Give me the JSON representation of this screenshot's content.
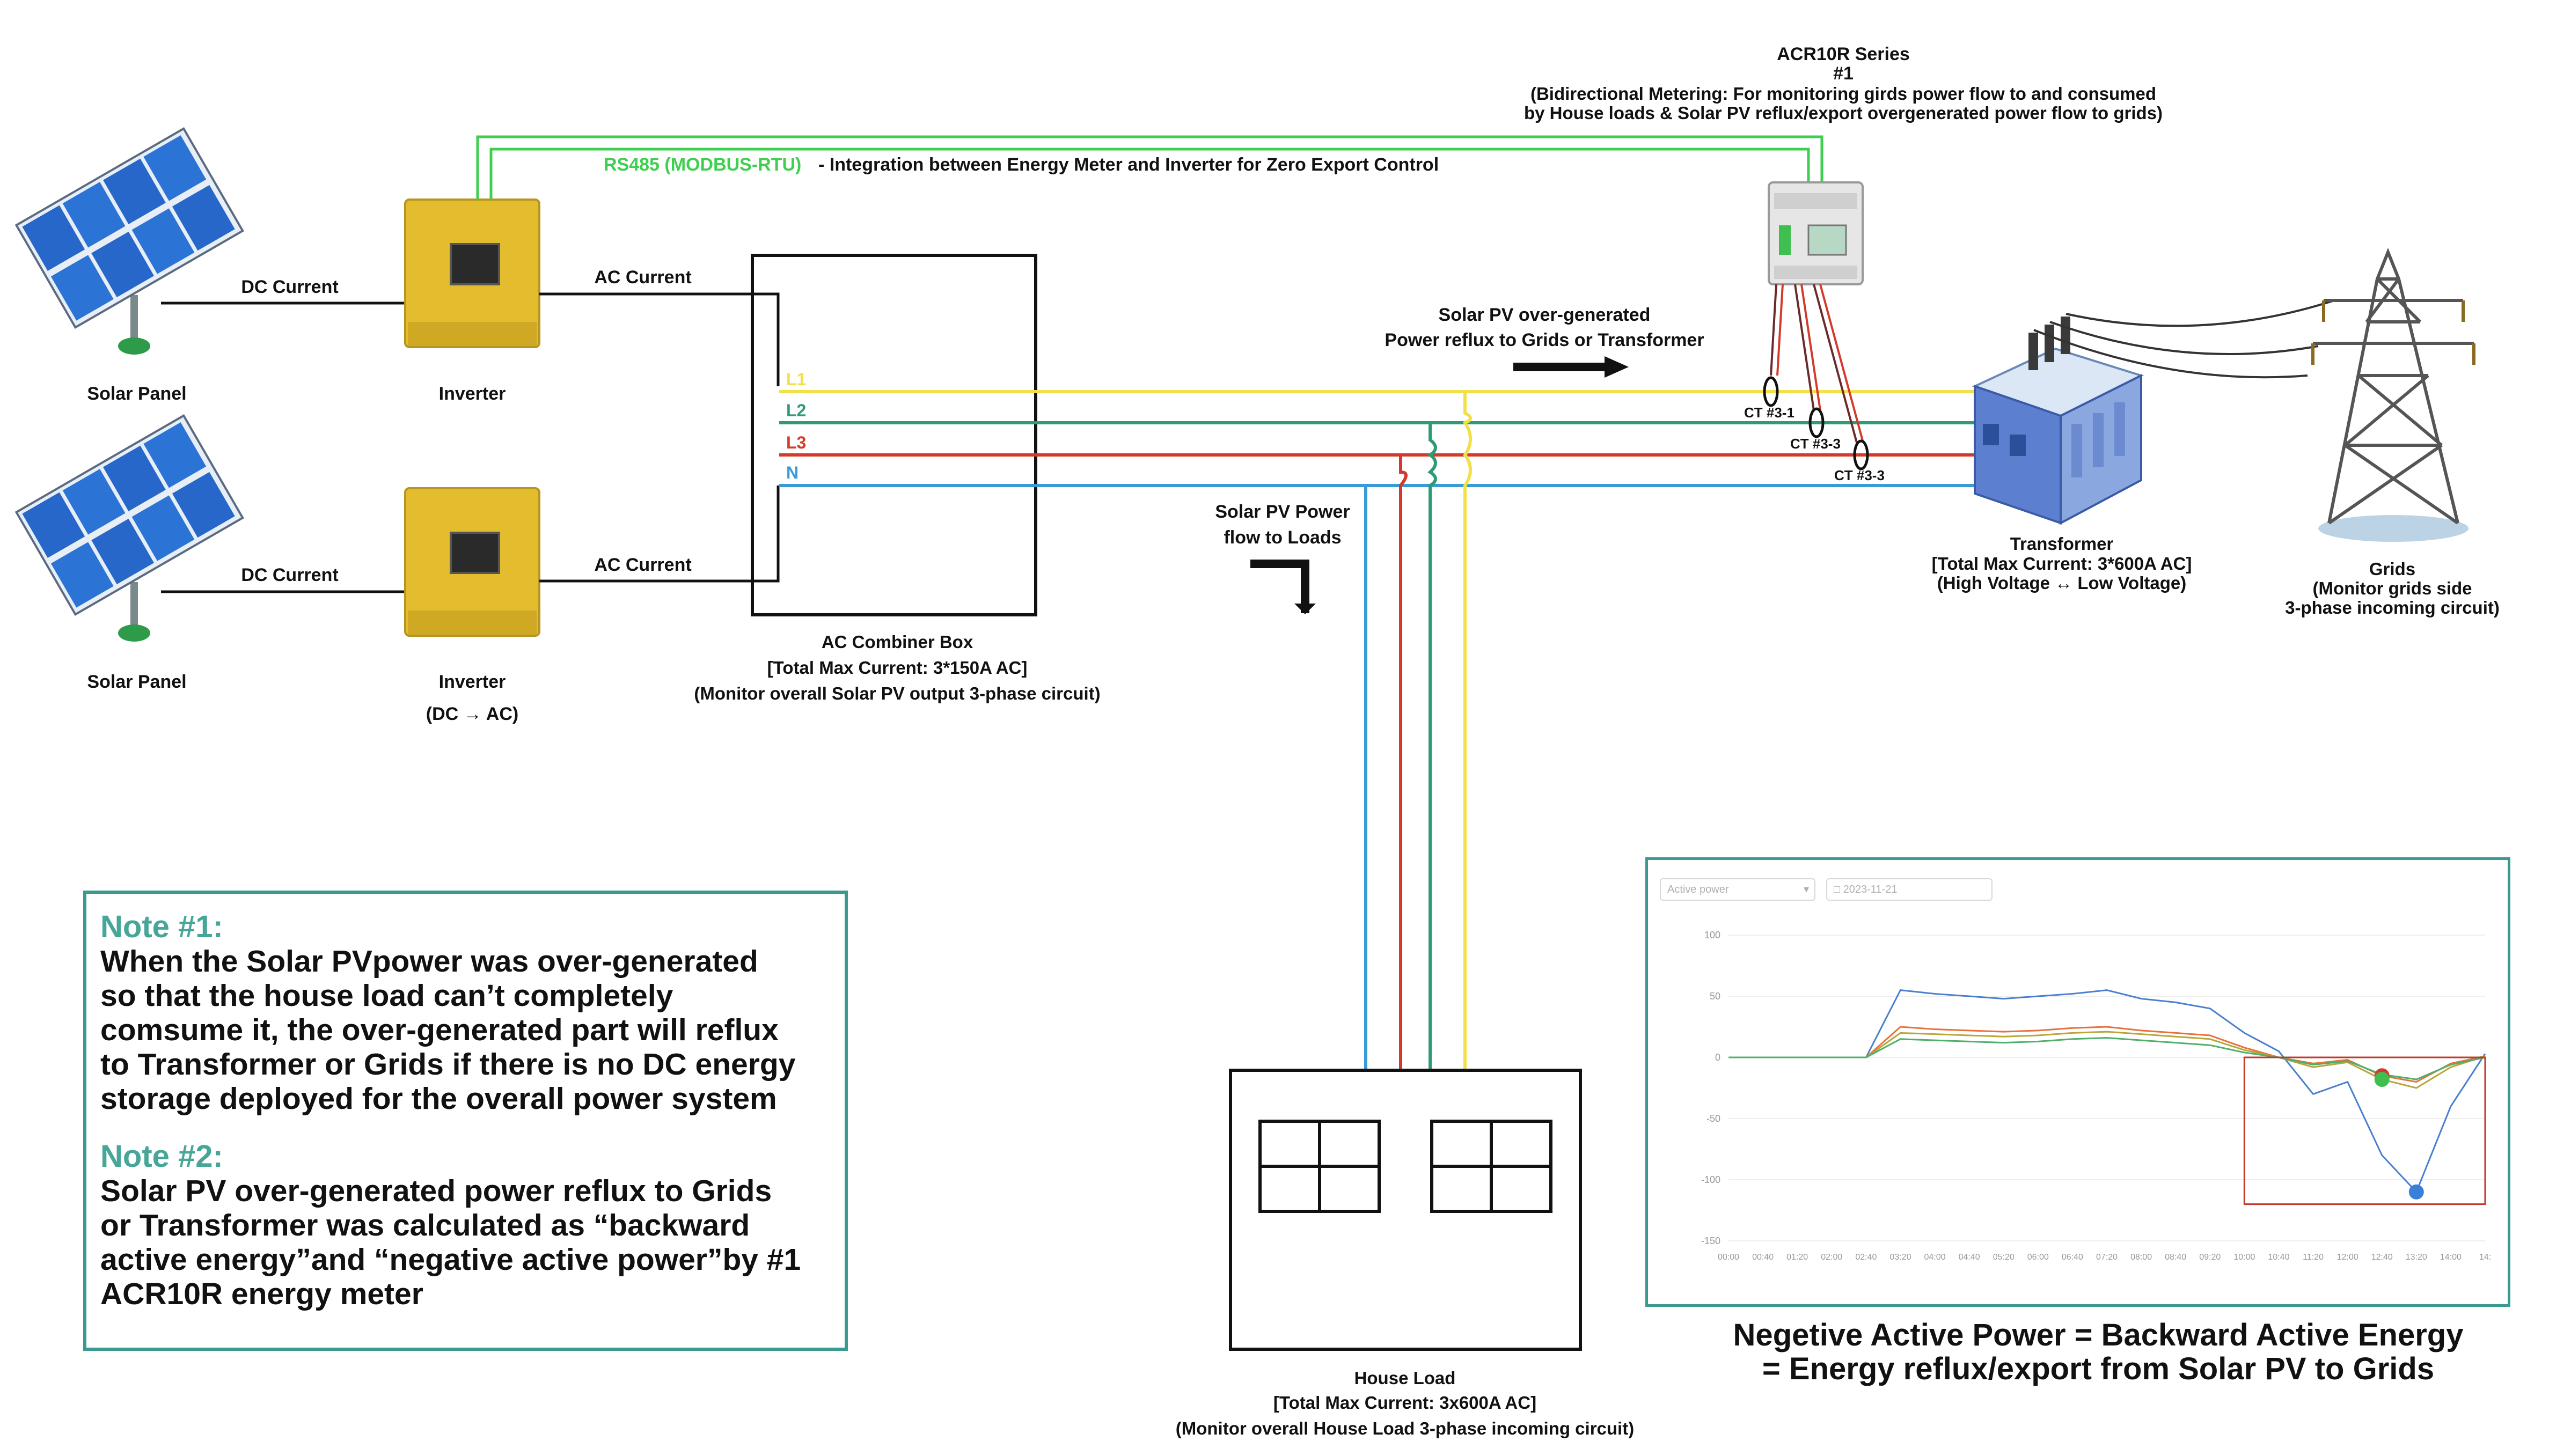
{
  "labels": {
    "dc_current_1": "DC Current",
    "dc_current_2": "DC Current",
    "ac_current_1": "AC Current",
    "ac_current_2": "AC Current",
    "solar_panel_1": "Solar Panel",
    "solar_panel_2": "Solar Panel",
    "inverter_1": "Inverter",
    "inverter_2": "Inverter",
    "inverter_2_sub": "(DC → AC)",
    "rs485_link": "RS485 (MODBUS-RTU)",
    "rs485_desc": " - Integration between Energy Meter and Inverter for Zero Export Control",
    "meter_title": "ACR10R Series",
    "meter_number": "#1",
    "meter_desc_1": "(Bidirectional Metering: For monitoring girds power flow to and consumed",
    "meter_desc_2": "by House loads & Solar PV reflux/export overgenerated power flow to grids)",
    "reflux_1": "Solar PV over-generated",
    "reflux_2": "Power reflux to Grids or Transformer",
    "loads_flow_1": "Solar PV Power",
    "loads_flow_2": "flow to Loads",
    "line_l1": "L1",
    "line_l2": "L2",
    "line_l3": "L3",
    "line_n": "N",
    "ct_1": "CT #3-1",
    "ct_2": "CT #3-3",
    "ct_3": "CT #3-3",
    "combiner_1": "AC Combiner Box",
    "combiner_2": "[Total Max Current: 3*150A AC]",
    "combiner_3": "(Monitor overall Solar PV output 3-phase circuit)",
    "transformer_1": "Transformer",
    "transformer_2": "[Total Max Current: 3*600A AC]",
    "transformer_3": "(High Voltage ↔ Low Voltage)",
    "grids_1": "Grids",
    "grids_2": "(Monitor grids side",
    "grids_3": "3-phase incoming circuit)",
    "house_1": "House Load",
    "house_2": "[Total Max Current: 3x600A AC]",
    "house_3": "(Monitor overall House Load 3-phase incoming circuit)"
  },
  "notes": {
    "note1_title": "Note #1:",
    "note1_lines": [
      "When the Solar PVpower was over-generated",
      "so that the house load can’t completely",
      "comsume it, the over-generated part will reflux",
      "to Transformer or Grids if there is no DC energy",
      "storage deployed for the overall power system"
    ],
    "note2_title": "Note #2:",
    "note2_lines": [
      "Solar PV over-generated power reflux to Grids",
      "or Transformer was calculated as “backward",
      "active energy”and “negative active power”by #1",
      "ACR10R energy meter"
    ]
  },
  "equation": {
    "line1": "Negetive Active Power = Backward Active Energy",
    "line2": "= Energy reflux/export from Solar PV to Grids"
  },
  "screenshot": {
    "select_value": "Active power",
    "date_value": "2023-11-21"
  },
  "colors": {
    "l1": "#f2e04a",
    "l2": "#2e9c72",
    "l3": "#d33a2c",
    "n": "#3a9ad8",
    "rs485": "#3fcf50",
    "note_accent": "#47a698"
  },
  "chart_data": {
    "type": "line",
    "y_ticks": [
      "100",
      "50",
      "0",
      "-50",
      "-100",
      "-150"
    ],
    "ylim": [
      -150,
      100
    ],
    "x_ticks": [
      "00:00",
      "00:40",
      "01:20",
      "02:00",
      "02:40",
      "03:20",
      "04:00",
      "04:40",
      "05:20",
      "06:00",
      "06:40",
      "07:20",
      "08:00",
      "08:40",
      "09:20",
      "10:00",
      "10:40",
      "11:20",
      "12:00",
      "12:40",
      "13:20",
      "14:00",
      "14:"
    ],
    "series": [
      {
        "values": [
          0,
          0,
          0,
          0,
          0,
          55,
          52,
          50,
          48,
          50,
          52,
          55,
          48,
          45,
          40,
          20,
          5,
          -30,
          -20,
          -80,
          -110,
          -40,
          3
        ]
      },
      {
        "values": [
          0,
          0,
          0,
          0,
          0,
          25,
          23,
          22,
          21,
          22,
          24,
          25,
          22,
          20,
          18,
          8,
          0,
          -5,
          -2,
          -15,
          -20,
          -5,
          1
        ]
      },
      {
        "values": [
          0,
          0,
          0,
          0,
          0,
          20,
          19,
          18,
          17,
          18,
          20,
          21,
          19,
          17,
          15,
          6,
          0,
          -8,
          -4,
          -18,
          -25,
          -8,
          1
        ]
      },
      {
        "values": [
          0,
          0,
          0,
          0,
          0,
          15,
          14,
          13,
          12,
          13,
          15,
          16,
          14,
          12,
          10,
          4,
          0,
          -6,
          -3,
          -14,
          -18,
          -6,
          0
        ]
      }
    ]
  }
}
